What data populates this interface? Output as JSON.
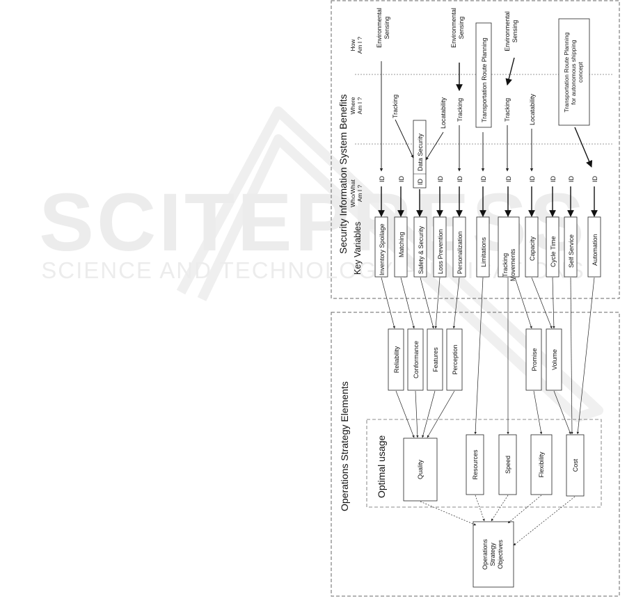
{
  "watermark": {
    "main": "SCITEPRESS",
    "sub": "SCIENCE AND TECHNOLOGY PUBLICATIONS"
  },
  "top_section": {
    "title": "Security Information System Benefits",
    "key_variables_label": "Key Variables",
    "row_labels": {
      "who": "Who/What Am I ?",
      "where": "Where Am I ?",
      "how": "How Am I ?"
    },
    "key_variables": [
      "Inventory Spoilage",
      "Matching",
      "Safety & Security",
      "Loss Prevention",
      "Personalization",
      "Limitations",
      "Tracking Movements",
      "Capacity",
      "Cycle Time",
      "Self Service",
      "Automation"
    ],
    "id_label": "ID",
    "data_security_label": "Data Security",
    "where_labels": {
      "tracking_1": "Tracking",
      "locatability_1": "Locatability",
      "tracking_2": "Tracking",
      "tracking_3": "Tracking",
      "locatability_2": "Locatability"
    },
    "how_labels": {
      "env_1": "Environmental Sensing",
      "env_2": "Environmental Sensing",
      "env_3": "Environmental Sensing"
    },
    "route_planning": "Transportation Route Planning",
    "route_planning_auto": "Transportation Route Planning for autonomous shipping concept"
  },
  "bottom_section": {
    "title": "Operations Strategy Elements",
    "elements": [
      "Reliability",
      "Conformance",
      "Features",
      "Perception",
      "Promise",
      "Volume"
    ],
    "optimal_usage_label": "Optimal usage",
    "optimal": [
      "Quality",
      "Resources",
      "Speed",
      "Flexibility",
      "Cost"
    ],
    "objectives": "Operations Strategy Objectives"
  }
}
